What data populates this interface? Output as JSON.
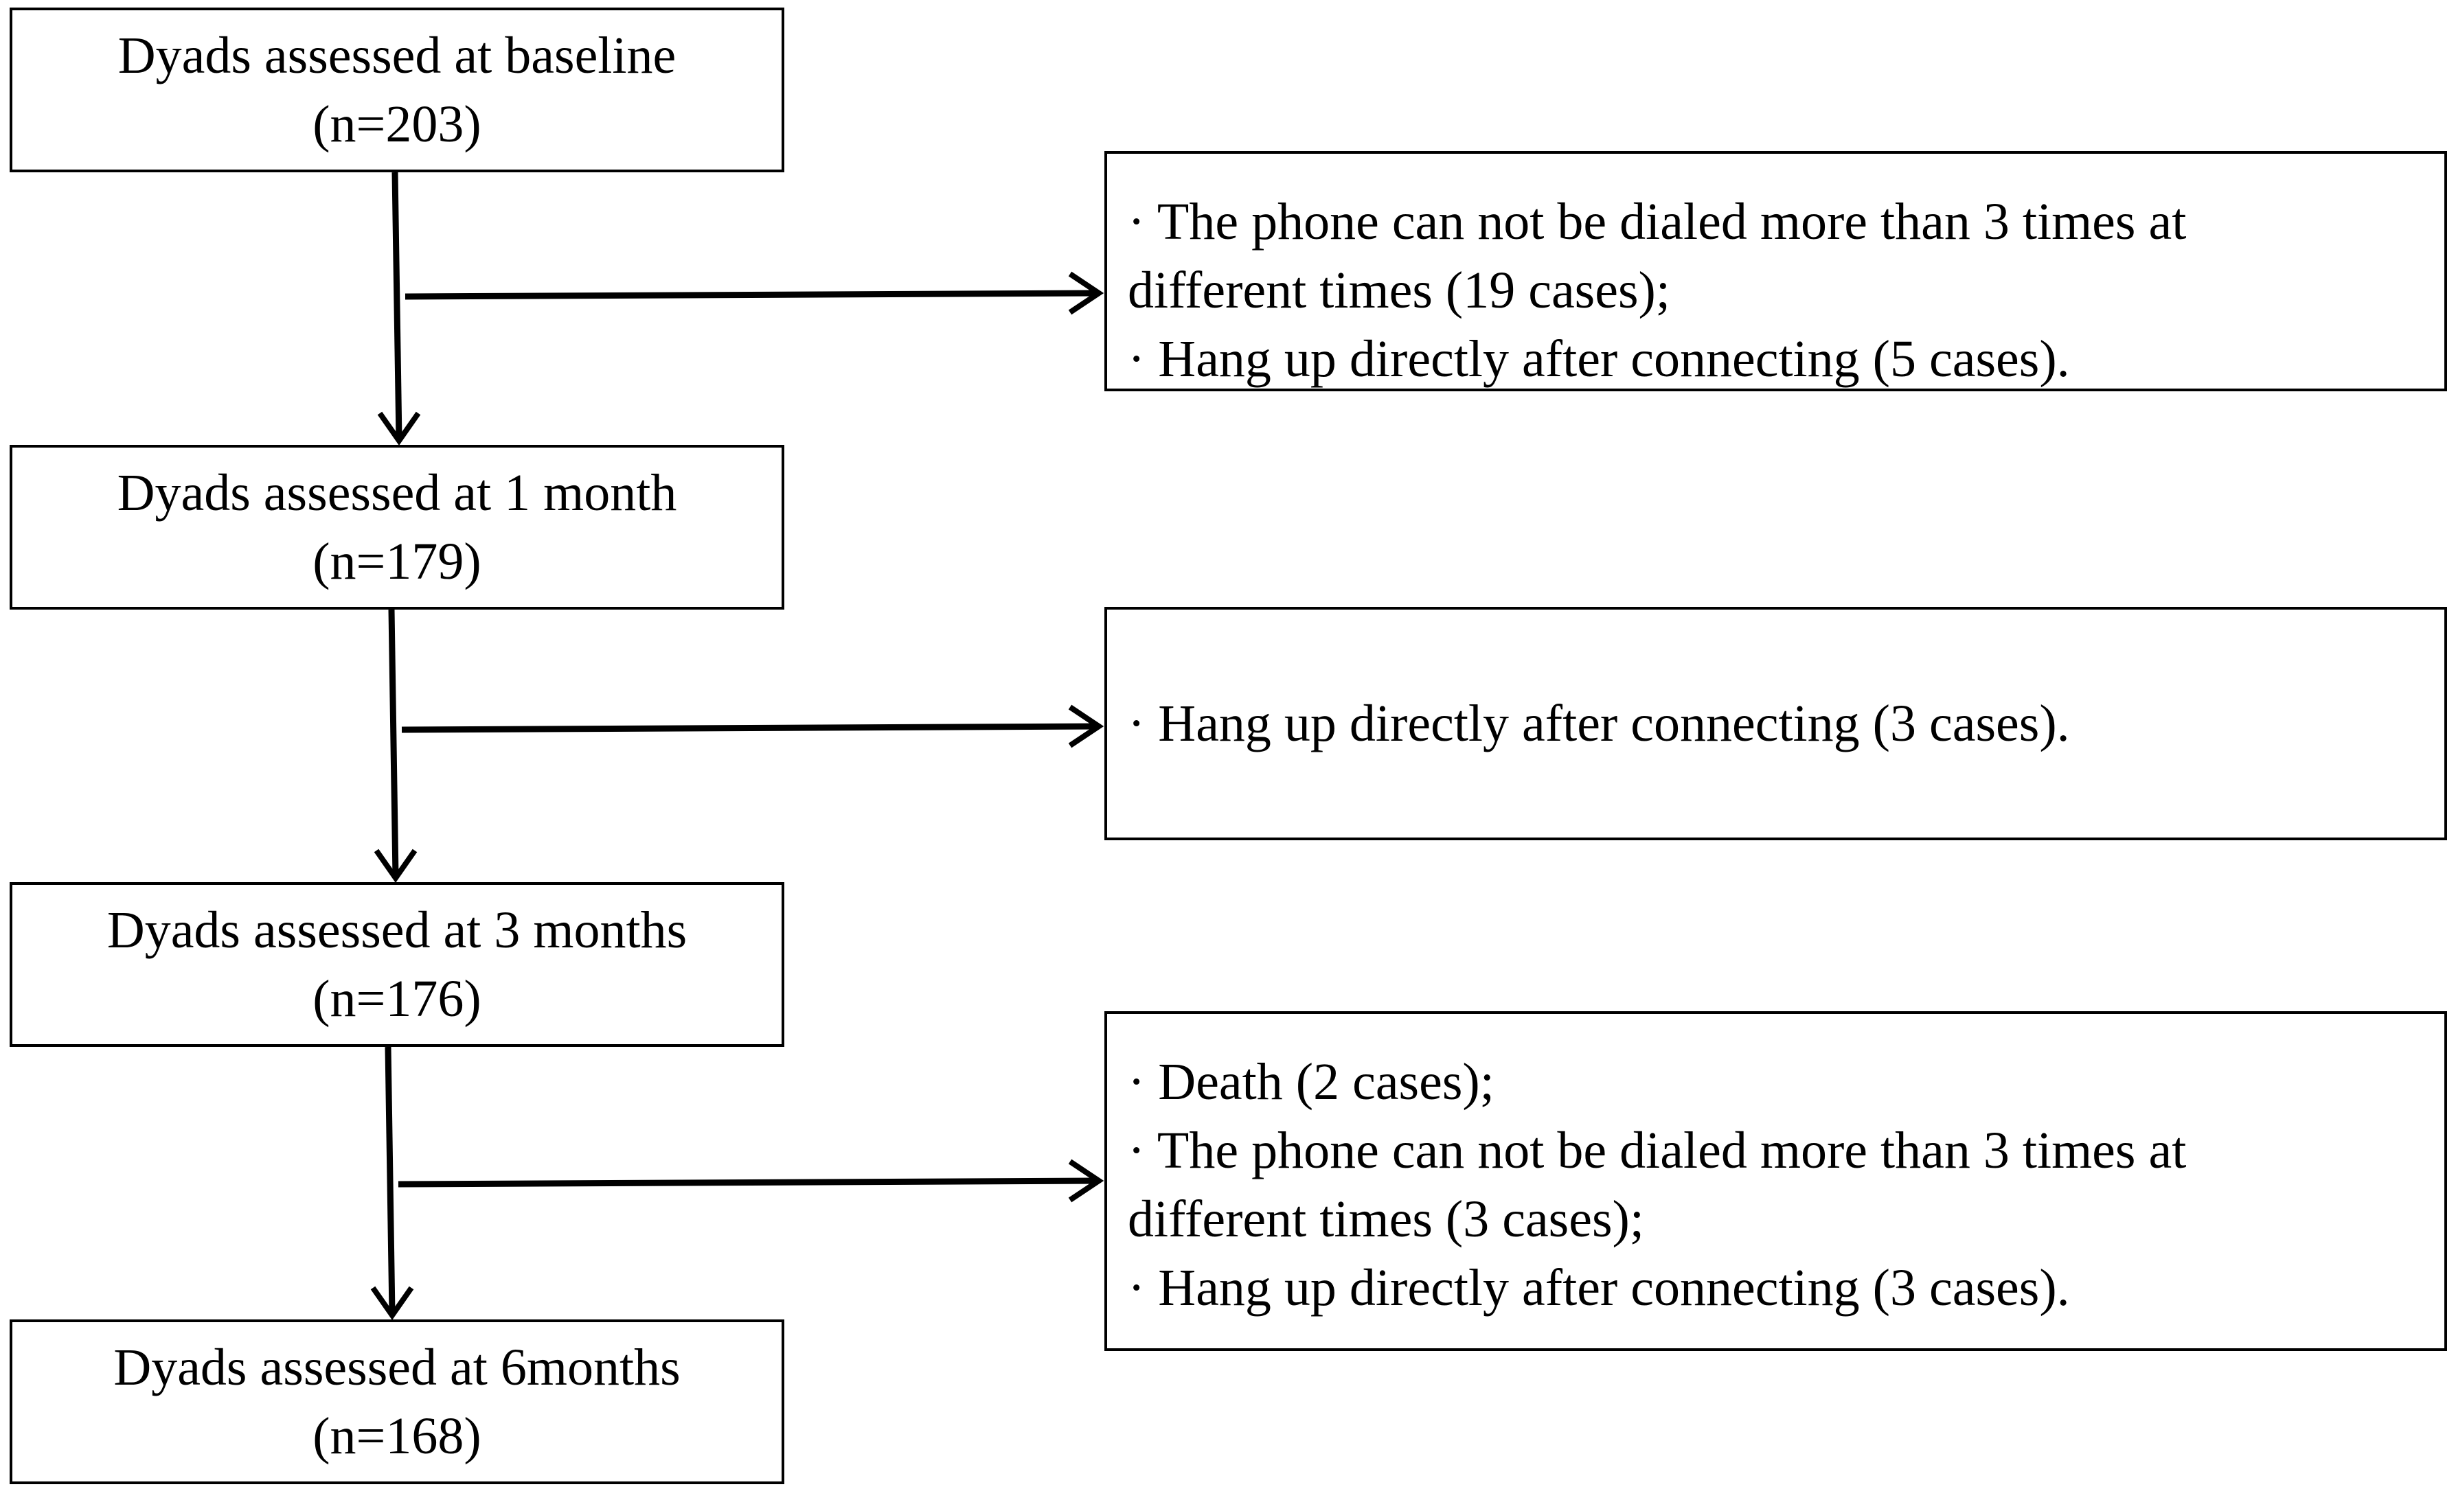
{
  "stages": [
    {
      "label": "Dyads assessed at baseline",
      "n": "(n=203)"
    },
    {
      "label": "Dyads assessed at 1 month",
      "n": "(n=179)"
    },
    {
      "label": "Dyads assessed at 3 months",
      "n": "(n=176)"
    },
    {
      "label": "Dyads assessed at 6months",
      "n": "(n=168)"
    }
  ],
  "exclusions": [
    {
      "lines": [
        "· The phone can not be dialed more than 3 times at",
        "different times (19 cases);",
        "· Hang up directly after connecting (5 cases)."
      ]
    },
    {
      "lines": [
        "· Hang up directly after connecting (3 cases)."
      ]
    },
    {
      "lines": [
        "· Death (2 cases);",
        "· The phone can not be dialed more than 3 times at",
        "different times (3 cases);",
        "· Hang up directly after connecting (3 cases)."
      ]
    }
  ]
}
